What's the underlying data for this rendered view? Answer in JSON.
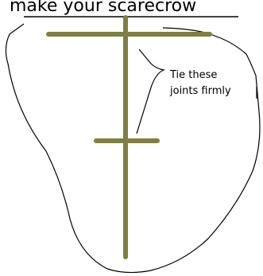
{
  "title": "make your scarecrow",
  "annotation": {
    "line1": "Tie these",
    "line2": "joints firmly"
  },
  "colors": {
    "pole": "#7f7f3f",
    "ink": "#000000",
    "background": "#ffffff"
  }
}
